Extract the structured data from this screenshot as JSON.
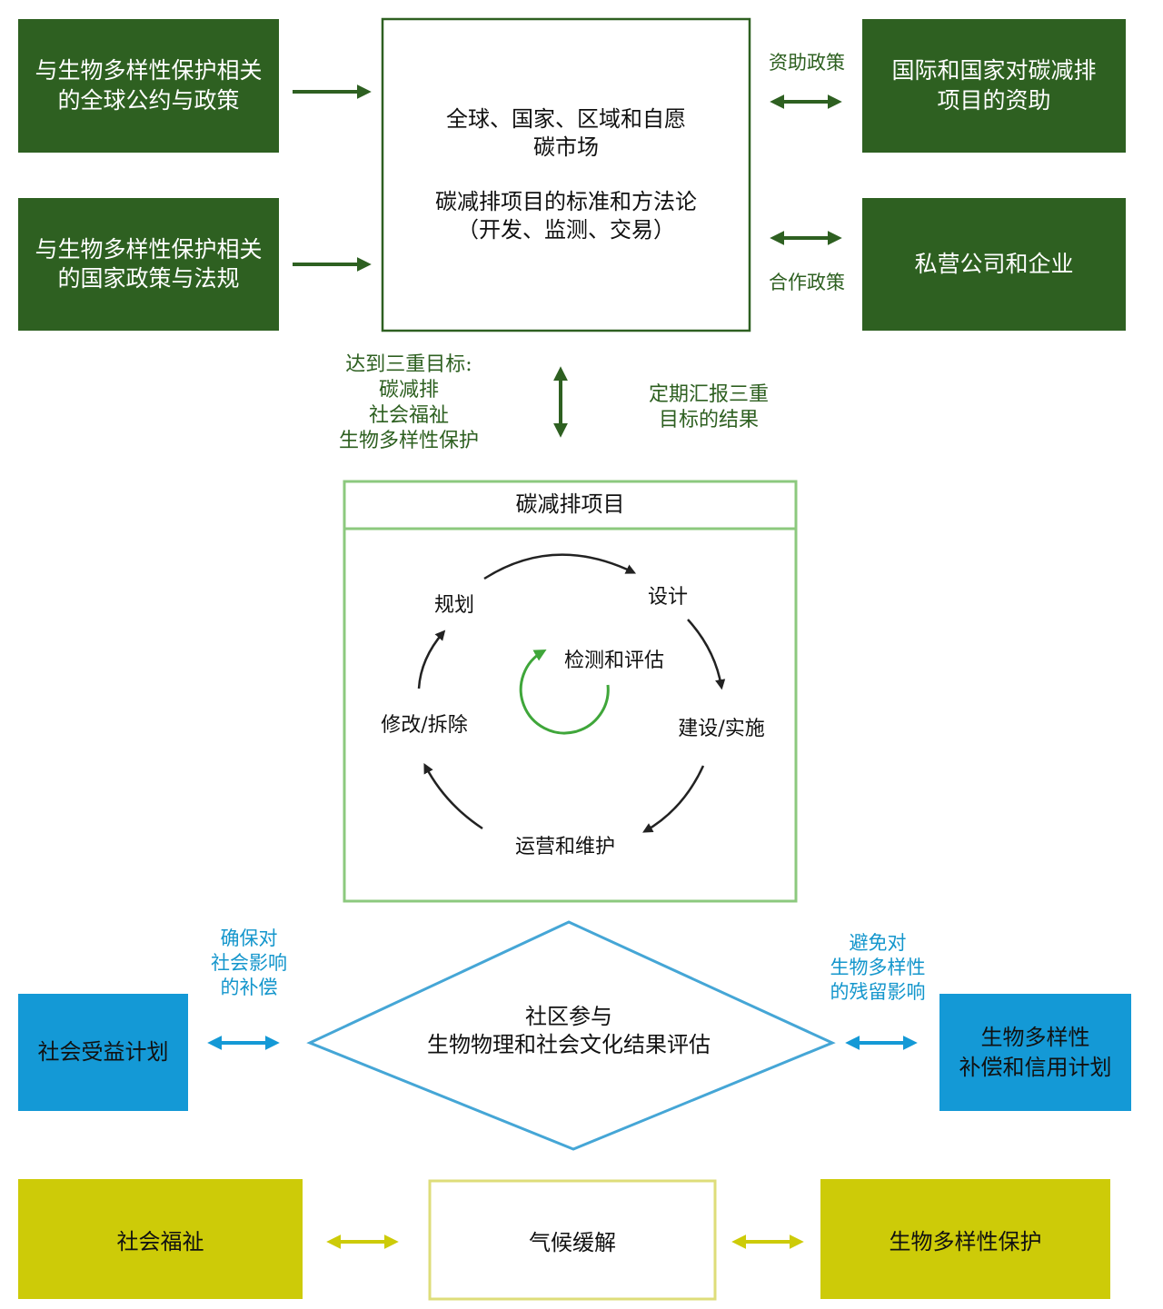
{
  "top_left": {
    "box1": [
      "与生物多样性保护相关",
      "的全球公约与政策"
    ],
    "box2": [
      "与生物多样性保护相关",
      "的国家政策与法规"
    ]
  },
  "center_top": {
    "line1": "全球、国家、区域和自愿",
    "line2": "碳市场",
    "line3": "碳减排项目的标准和方法论",
    "line4": "（开发、监测、交易）"
  },
  "top_right": {
    "box1": [
      "国际和国家对碳减排",
      "项目的资助"
    ],
    "box2": "私营公司和企业",
    "funding_policy": "资助政策",
    "cooperation_policy": "合作政策"
  },
  "middle_labels": {
    "triple_goals": [
      "达到三重目标:",
      "碳减排",
      "社会福祉",
      "生物多样性保护"
    ],
    "report": [
      "定期汇报三重",
      "目标的结果"
    ]
  },
  "project": {
    "title": "碳减排项目",
    "cycle": {
      "plan": "规划",
      "design": "设计",
      "build": "建设/实施",
      "operate": "运营和维护",
      "modify": "修改/拆除",
      "monitor": "检测和评估"
    }
  },
  "lower": {
    "left_note": [
      "确保对",
      "社会影响",
      "的补偿"
    ],
    "right_note": [
      "避免对",
      "生物多样性",
      "的残留影响"
    ],
    "social_plan": "社会受益计划",
    "biodiversity_plan": [
      "生物多样性",
      "补偿和信用计划"
    ],
    "diamond": [
      "社区参与",
      "生物物理和社会文化结果评估"
    ]
  },
  "bottom": {
    "social": "社会福祉",
    "climate": "气候缓解",
    "biodiversity": "生物多样性保护"
  },
  "colors": {
    "dark_green": "#2e6021",
    "light_green": "#5fb54d",
    "blue": "#1499d6",
    "olive": "#cdcb08"
  }
}
